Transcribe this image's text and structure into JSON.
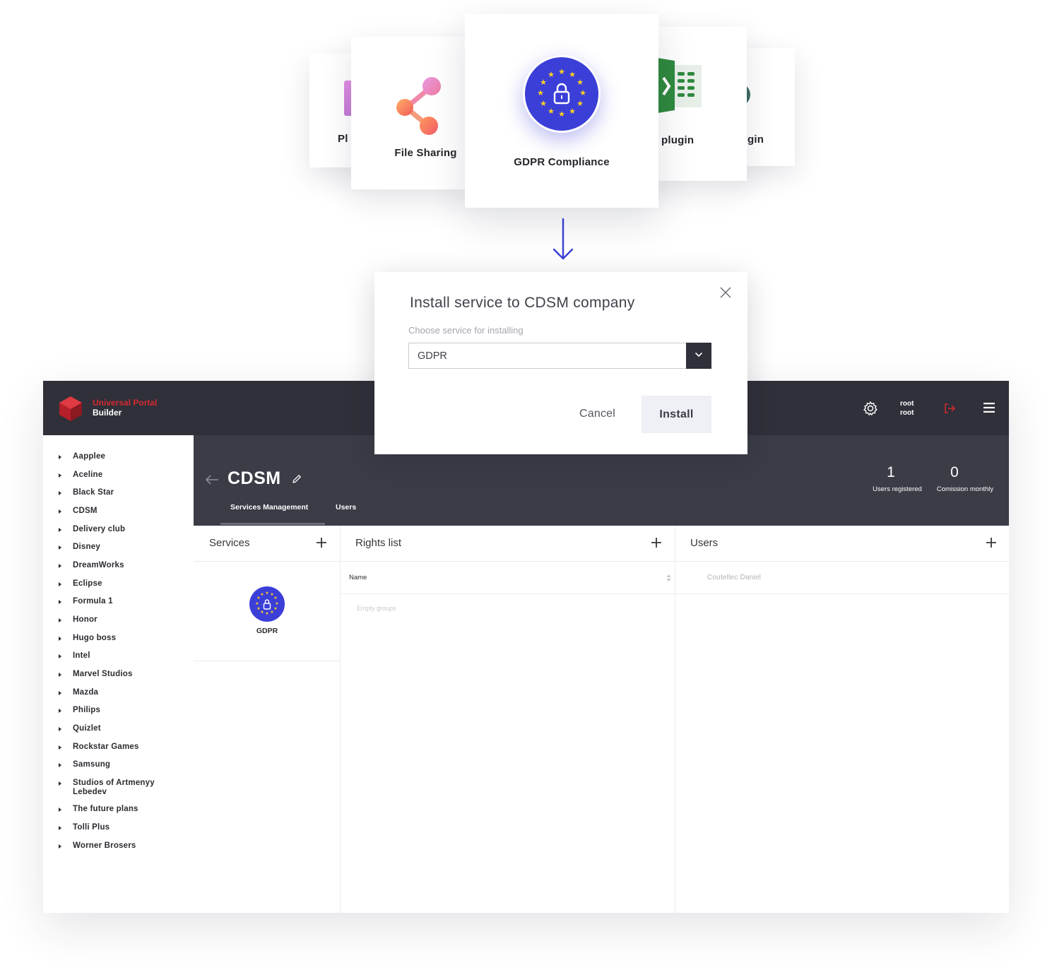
{
  "plugin_cards": {
    "far_left_label": "Pl",
    "left_label": "File Sharing",
    "center_label": "GDPR Compliance",
    "right_label": "plugin",
    "far_right_label": "gin"
  },
  "modal": {
    "title": "Install service to CDSM company",
    "subtitle": "Choose service for installing",
    "select_value": "GDPR",
    "cancel_label": "Cancel",
    "install_label": "Install"
  },
  "topbar": {
    "logo_line1": "Universal Portal",
    "logo_line2": "Builder",
    "user_name": "root",
    "user_role": "root"
  },
  "sidebar": {
    "items": [
      {
        "label": "Aapplee"
      },
      {
        "label": "Aceline"
      },
      {
        "label": "Black Star"
      },
      {
        "label": "CDSM"
      },
      {
        "label": "Delivery club"
      },
      {
        "label": "Disney"
      },
      {
        "label": "DreamWorks"
      },
      {
        "label": "Eclipse"
      },
      {
        "label": "Formula 1"
      },
      {
        "label": "Honor"
      },
      {
        "label": "Hugo boss"
      },
      {
        "label": "Intel"
      },
      {
        "label": "Marvel Studios"
      },
      {
        "label": "Mazda"
      },
      {
        "label": "Philips"
      },
      {
        "label": "Quizlet"
      },
      {
        "label": "Rockstar Games"
      },
      {
        "label": "Samsung"
      },
      {
        "label": "Studios of Artmenyy Lebedev"
      },
      {
        "label": "The future plans"
      },
      {
        "label": "Tolli Plus"
      },
      {
        "label": "Worner Brosers"
      }
    ]
  },
  "company": {
    "name": "CDSM",
    "tabs": [
      {
        "label": "Services Management"
      },
      {
        "label": "Users"
      }
    ],
    "stats": [
      {
        "value": "1",
        "label": "Users registered"
      },
      {
        "value": "0",
        "label": "Comission monthly"
      }
    ]
  },
  "panels": {
    "services": {
      "title": "Services",
      "items": [
        {
          "label": "GDPR"
        }
      ]
    },
    "rights": {
      "title": "Rights list",
      "column": "Name",
      "empty": "Empty groups"
    },
    "users": {
      "title": "Users",
      "items": [
        {
          "name": "Coutellec Daniel"
        }
      ]
    }
  },
  "colors": {
    "topbar": "#2f3039",
    "header": "#3a3c46",
    "brand_red": "#d42a30",
    "gdpr_blue": "#3b3fd8",
    "gdpr_star": "#ffd21f",
    "arrow_blue": "#3b3fd8"
  },
  "icons": [
    "share-icon",
    "gdpr-eu-lock-icon",
    "excel-icon",
    "arrow-down-icon",
    "close-icon",
    "chevron-down-icon",
    "gear-icon",
    "logout-icon",
    "menu-icon",
    "back-arrow-icon",
    "pencil-icon",
    "plus-icon",
    "sort-icon"
  ]
}
